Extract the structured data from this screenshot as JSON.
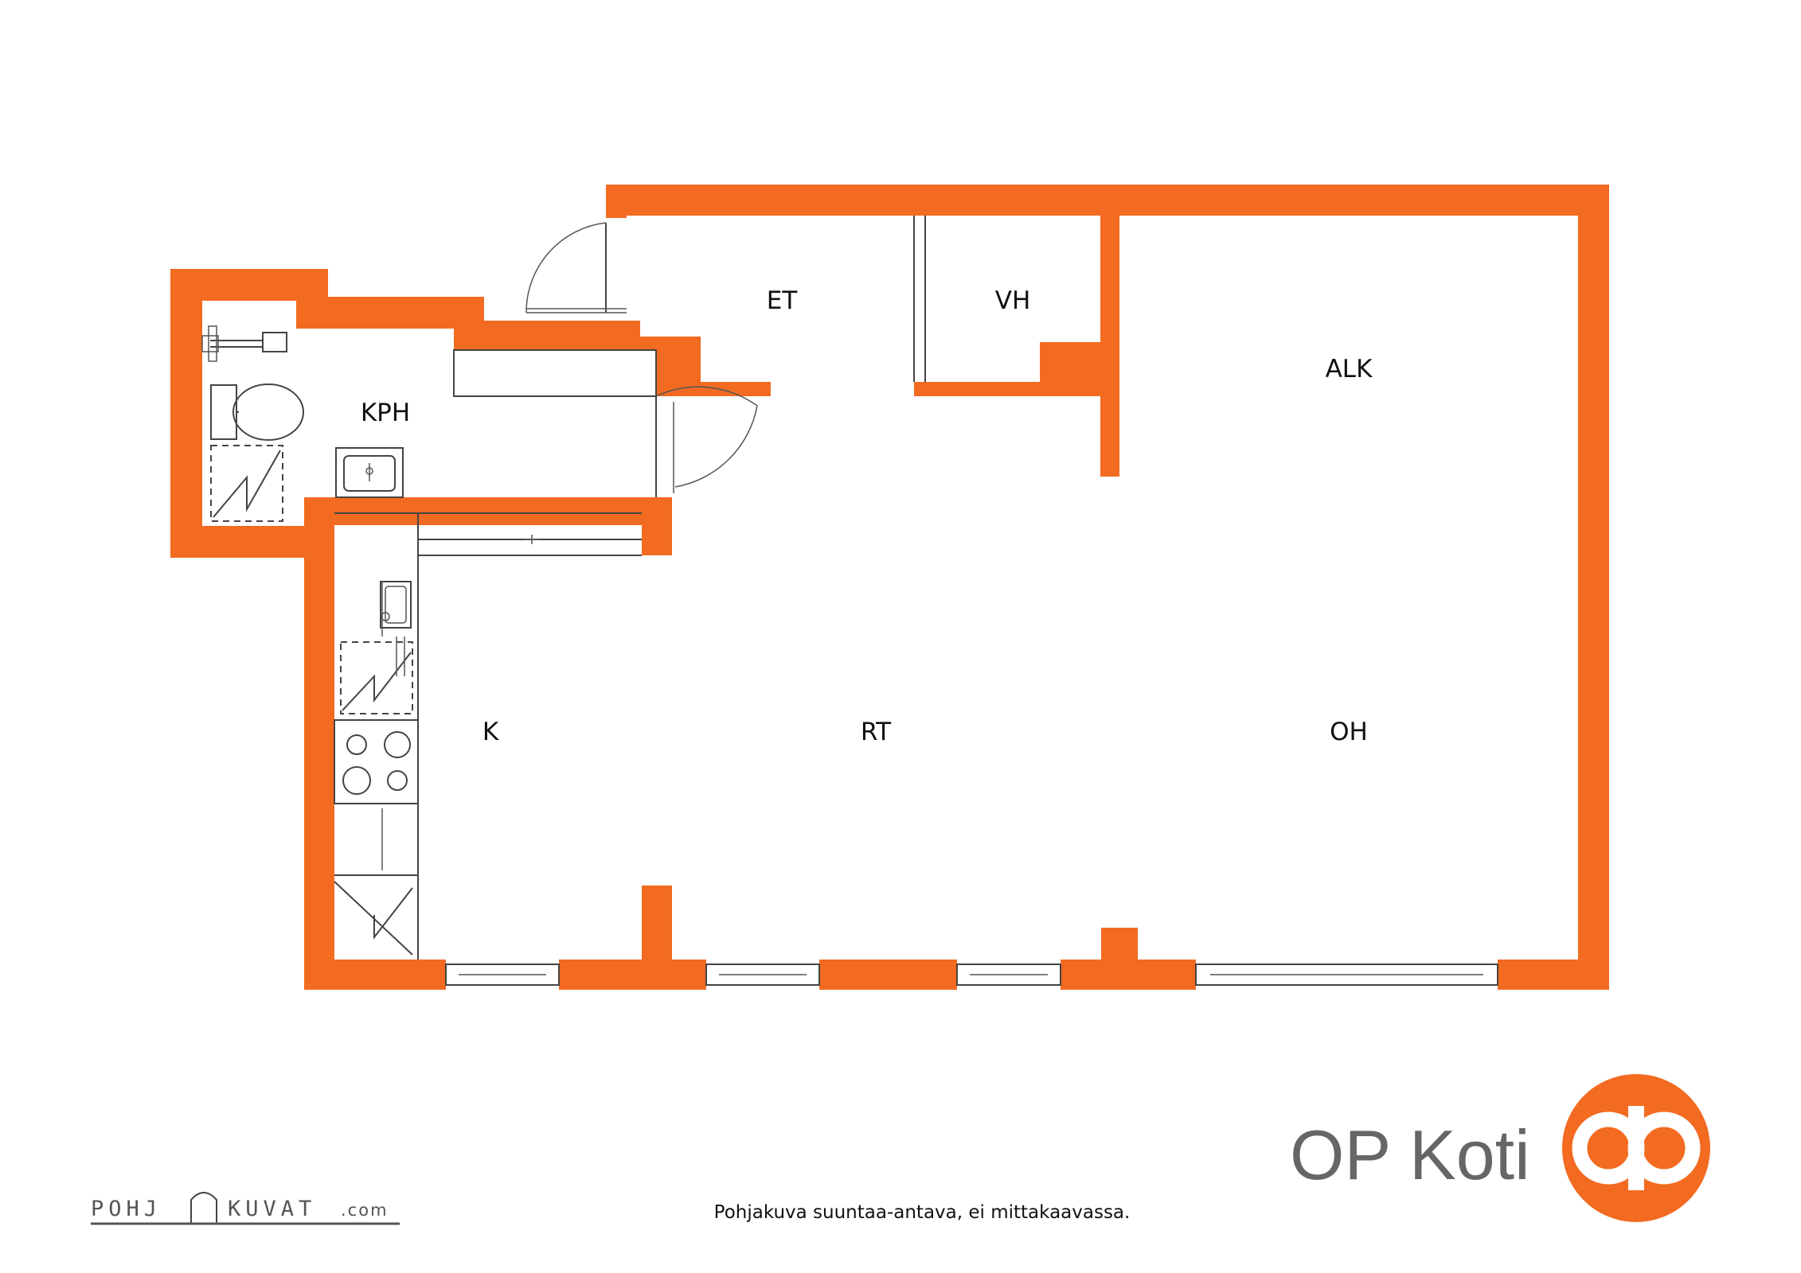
{
  "colors": {
    "wall": "#f26b21",
    "brand_text": "#666666",
    "logo": "#f26b21"
  },
  "rooms": {
    "et": "ET",
    "vh": "VH",
    "alk": "ALK",
    "kph": "KPH",
    "k": "K",
    "rt": "RT",
    "oh": "OH"
  },
  "brand": {
    "name": "OP Koti",
    "logo_icon": "op-logo-icon"
  },
  "watermark": {
    "left": "POHJ",
    "right": "KUVAT",
    "suffix": ".com"
  },
  "disclaimer": "Pohjakuva suuntaa-antava, ei mittakaavassa."
}
